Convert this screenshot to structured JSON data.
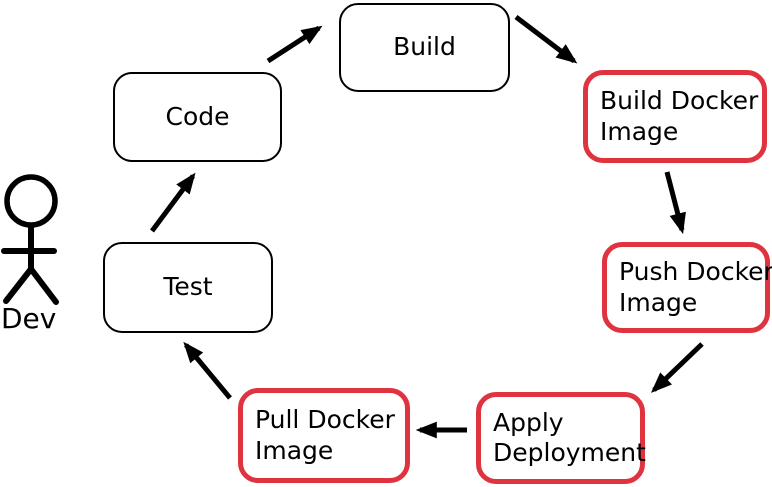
{
  "diagram": {
    "actor": {
      "label": "Dev"
    },
    "nodes": [
      {
        "id": "build",
        "style": "plain",
        "lines": [
          "Build"
        ]
      },
      {
        "id": "code",
        "style": "plain",
        "lines": [
          "Code"
        ]
      },
      {
        "id": "test",
        "style": "plain",
        "lines": [
          "Test"
        ]
      },
      {
        "id": "build-docker-image",
        "style": "docker",
        "lines": [
          "Build Docker",
          "Image"
        ]
      },
      {
        "id": "push-docker-image",
        "style": "docker",
        "lines": [
          "Push Docker",
          "Image"
        ]
      },
      {
        "id": "apply-deployment",
        "style": "docker",
        "lines": [
          "Apply",
          "Deployment"
        ]
      },
      {
        "id": "pull-docker-image",
        "style": "docker",
        "lines": [
          "Pull Docker",
          "Image"
        ]
      }
    ],
    "edges": [
      {
        "from": "code",
        "to": "build"
      },
      {
        "from": "build",
        "to": "build-docker-image"
      },
      {
        "from": "build-docker-image",
        "to": "push-docker-image"
      },
      {
        "from": "push-docker-image",
        "to": "apply-deployment"
      },
      {
        "from": "apply-deployment",
        "to": "pull-docker-image"
      },
      {
        "from": "pull-docker-image",
        "to": "test"
      },
      {
        "from": "test",
        "to": "code"
      }
    ],
    "colors": {
      "plain_border": "#000000",
      "docker_border": "#e03340",
      "arrow": "#000000",
      "text": "#000000",
      "background": "#ffffff"
    }
  }
}
